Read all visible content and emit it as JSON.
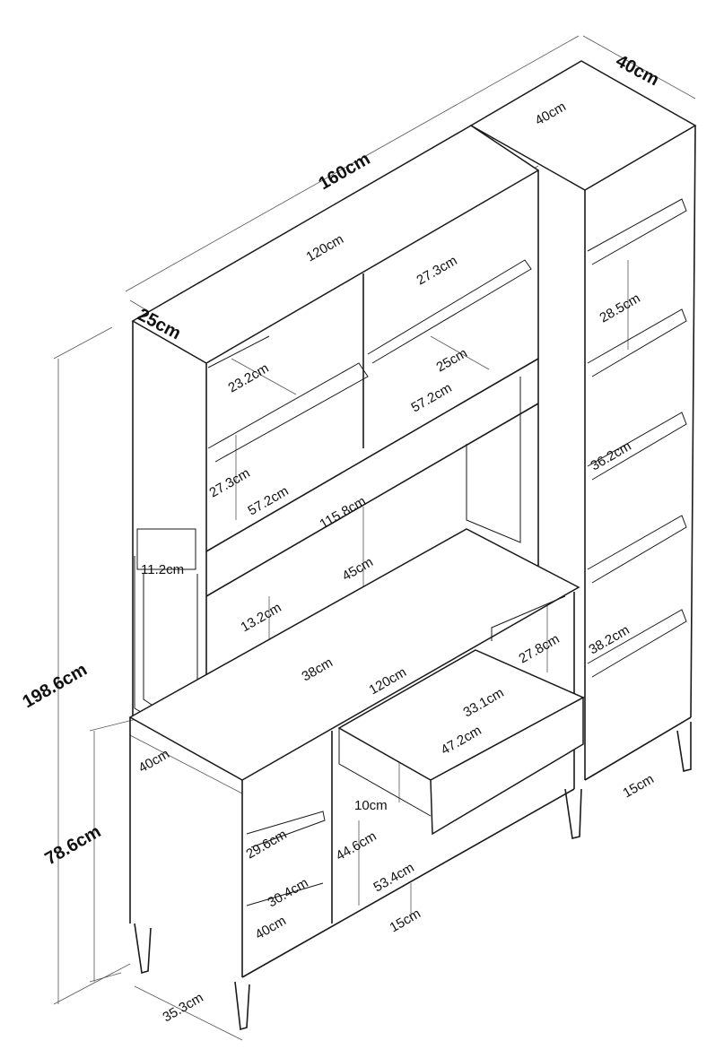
{
  "title": "Furniture dimension drawing",
  "dimensions": {
    "total_width": "160cm",
    "tower_depth": "40cm",
    "tower_top_width": "40cm",
    "hutch_width": "120cm",
    "hutch_depth": "25cm",
    "upper_shelf_height_right": "27.3cm",
    "upper_shelf_depth": "23.2cm",
    "middle_shelf_depth": "25cm",
    "upper_compartment_width_right": "57.2cm",
    "upper_compartment_width_left": "57.2cm",
    "lower_upper_shelf_height": "27.3cm",
    "tower_shelf_1": "28.5cm",
    "tower_shelf_2": "36.2cm",
    "tower_shelf_3": "38.2cm",
    "hutch_inner_width": "115.8cm",
    "side_gap": "11.2cm",
    "desk_clearance": "45cm",
    "rail_height": "13.2cm",
    "desk_depth": "38cm",
    "desk_width": "120cm",
    "cubby_height": "27.8cm",
    "drawer_depth": "33.1cm",
    "drawer_width": "47.2cm",
    "total_height": "198.6cm",
    "base_depth": "40cm",
    "drawer_height": "10cm",
    "tower_leg_height": "15cm",
    "base_height": "78.6cm",
    "base_shelf_1": "29.6cm",
    "base_opening": "44.6cm",
    "base_shelf_2": "30.4cm",
    "base_inner_width": "53.4cm",
    "base_shelf_3": "40cm",
    "base_leg_height": "15cm",
    "base_width": "35.3cm"
  }
}
